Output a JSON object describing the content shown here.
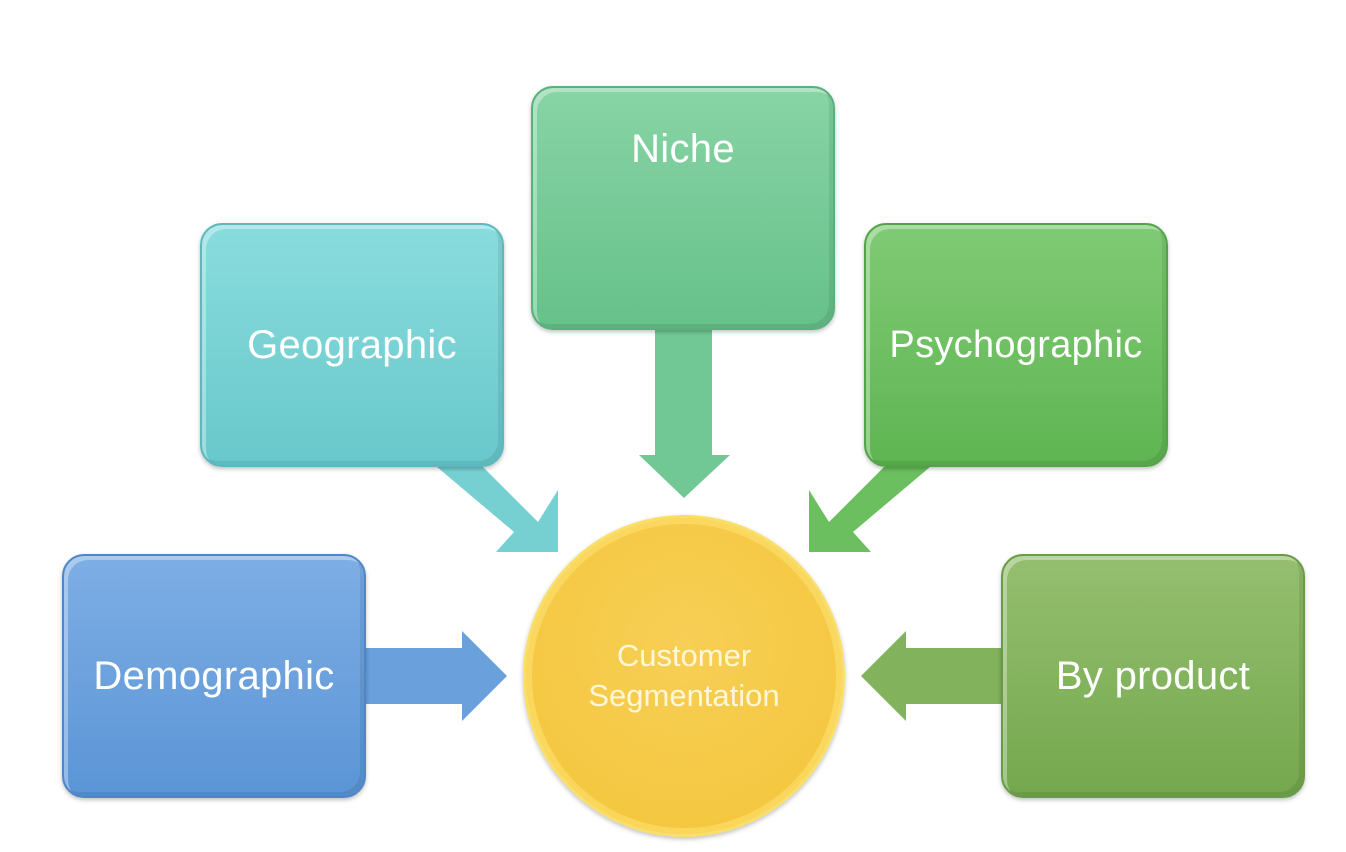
{
  "diagram": {
    "center": {
      "line1": "Customer",
      "line2": "Segmentation",
      "color": "#f5c842"
    },
    "segments": [
      {
        "id": "demographic",
        "label": "Demographic",
        "color": "#6aa0dc",
        "direction": "right"
      },
      {
        "id": "geographic",
        "label": "Geographic",
        "color": "#76d0d2",
        "direction": "down-right"
      },
      {
        "id": "niche",
        "label": "Niche",
        "color": "#72c895",
        "direction": "down"
      },
      {
        "id": "psychographic",
        "label": "Psychographic",
        "color": "#6bbf5e",
        "direction": "down-left"
      },
      {
        "id": "by-product",
        "label": "By product",
        "color": "#82b25c",
        "direction": "left"
      }
    ]
  }
}
